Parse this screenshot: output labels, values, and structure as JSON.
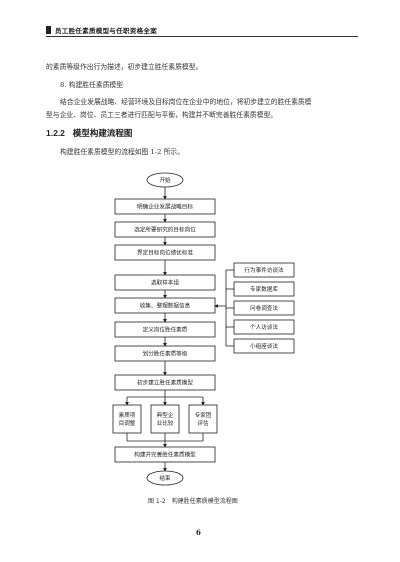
{
  "header": {
    "title": "员工胜任素质模型与任职资格全案"
  },
  "body": {
    "line1": "的素质等级作出行为描述，初步建立胜任素质模型。",
    "item8": "8. 构建胜任素质模型",
    "para2_line1": "结合企业发展战略、经营环境及目标岗位在企业中的地位，将初步建立的胜任素质模",
    "para2_line2": "型与企业、岗位、员工三者进行匹配与平衡，构建并不断完善胜任素质模型。",
    "section_number": "1.2.2",
    "section_title": "模型构建流程图",
    "intro": "构建胜任素质模型的流程如图 1-2 所示。"
  },
  "flowchart": {
    "start": "开始",
    "steps": [
      "明确企业发展战略目标",
      "选定所要研究的目标岗位",
      "界定目标岗位绩优标准",
      "选取样本组",
      "收集、整理数据信息",
      "定义岗位胜任素质",
      "划分胜任素质等级",
      "初步建立胜任素质模型"
    ],
    "side_methods": [
      "行为事件访谈法",
      "专家数据库",
      "问卷调查法",
      "个人访谈法",
      "小组座谈法"
    ],
    "branch1": [
      "素质项",
      "目调整"
    ],
    "branch2": [
      "典型企",
      "业比较"
    ],
    "branch3": [
      "专家团",
      "评估"
    ],
    "final_step": "构建并完善胜任素质模型",
    "end": "结束"
  },
  "caption": "图 1-2　构建胜任素质模型流程图",
  "page_number": "6"
}
